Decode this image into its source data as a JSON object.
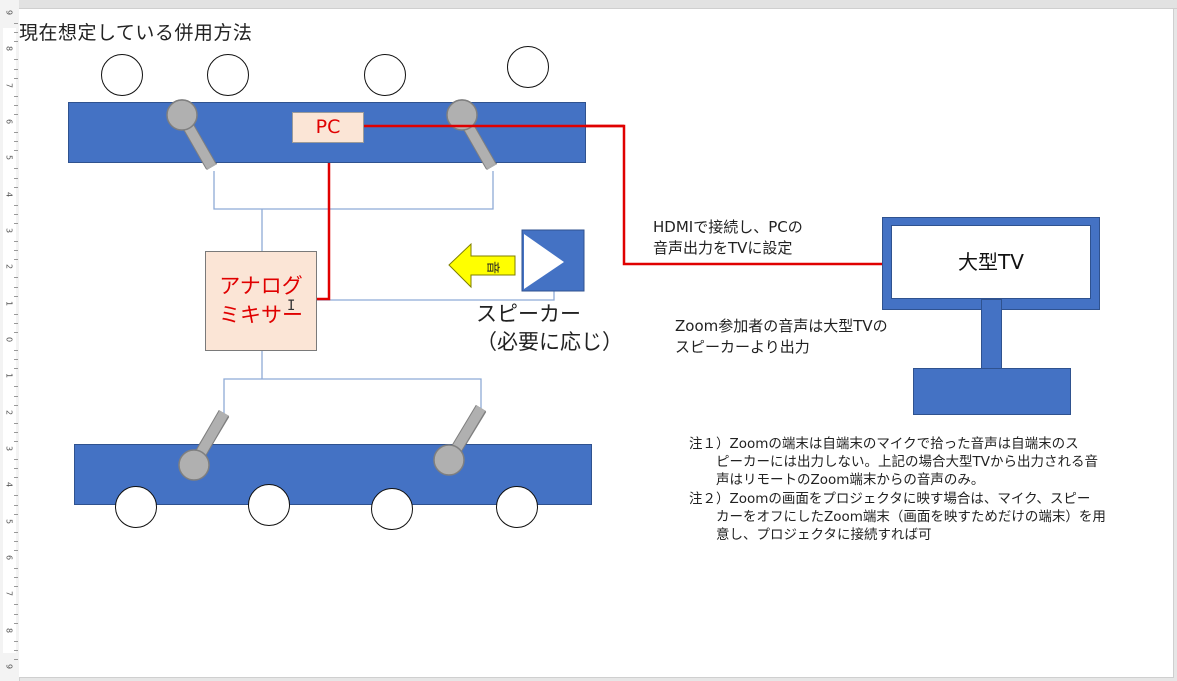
{
  "title": "現在想定している併用方法",
  "pc": {
    "label": "PC"
  },
  "mixer": {
    "label": "アナログ\nミキサー"
  },
  "speaker": {
    "label": "スピーカー\n（必要に応じ）",
    "sound_arrow_text": "音",
    "arrow_color": "#ffff00"
  },
  "tv": {
    "label": "大型TV"
  },
  "hdmi_note": "HDMIで接続し、PCの\n音声出力をTVに設定",
  "zoom_note": "Zoom参加者の音声は大型TVの\nスピーカーより出力",
  "notes": [
    "注１）Zoomの端末は自端末のマイクで拾った音声は自端末のス\n　　ピーカーには出力しない。上記の場合大型TVから出力される音\n　　声はリモートのZoom端末からの音声のみ。",
    "注２）Zoomの画面をプロジェクタに映す場合は、マイク、スピー\n　　カーをオフにしたZoom端末（画面を映すためだけの端末）を用\n　　意し、プロジェクタに接続すれば可"
  ],
  "ruler": {
    "labels": [
      "9",
      "8",
      "7",
      "6",
      "5",
      "4",
      "3",
      "2",
      "1",
      "0",
      "1",
      "2",
      "3",
      "4",
      "5",
      "6",
      "7",
      "8",
      "9"
    ]
  },
  "colors": {
    "table": "#4472c4",
    "audio_line": "#e00000",
    "mic_line": "#8eaad6",
    "box_fill": "#fbe5d6",
    "mic": "#b0b0b0"
  },
  "icons": {
    "cursor": "text-cursor-icon",
    "speaker": "speaker-icon",
    "mic": "microphone-icon",
    "person": "person-circle-icon"
  }
}
